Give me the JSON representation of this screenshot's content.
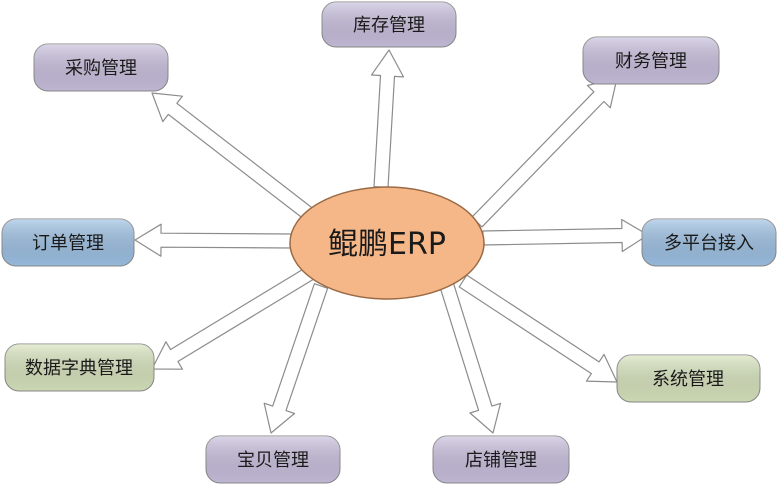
{
  "center": {
    "label": "鲲鹏ERP",
    "color": "#f5b787",
    "stroke": "#9a6a45"
  },
  "arrow": {
    "fill": "#ffffff",
    "stroke": "#8c8c8c"
  },
  "modules": [
    {
      "id": "inventory",
      "label": "库存管理",
      "color": "#c9c0de"
    },
    {
      "id": "purchase",
      "label": "采购管理",
      "color": "#c9c0de"
    },
    {
      "id": "finance",
      "label": "财务管理",
      "color": "#c9c0de"
    },
    {
      "id": "order",
      "label": "订单管理",
      "color": "#9dc1e4"
    },
    {
      "id": "multiplatform",
      "label": "多平台接入",
      "color": "#9dc1e4"
    },
    {
      "id": "dictionary",
      "label": "数据字典管理",
      "color": "#d7e4bd"
    },
    {
      "id": "system",
      "label": "系统管理",
      "color": "#d7e4bd"
    },
    {
      "id": "items",
      "label": "宝贝管理",
      "color": "#c9c0de"
    },
    {
      "id": "store",
      "label": "店铺管理",
      "color": "#c9c0de"
    }
  ]
}
